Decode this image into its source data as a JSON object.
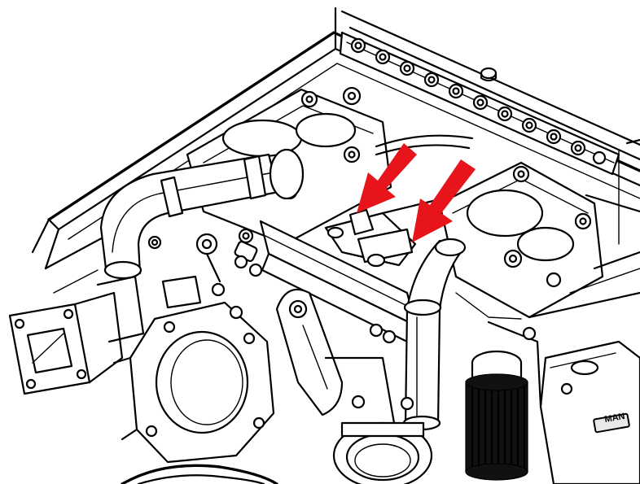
{
  "colors": {
    "line": "#000000",
    "background": "#ffffff",
    "arrow": "#e8141c"
  },
  "diagram": {
    "arrows": [
      {
        "name": "indicator-arrow-left"
      },
      {
        "name": "indicator-arrow-right"
      }
    ],
    "logo_text": "MAN"
  }
}
